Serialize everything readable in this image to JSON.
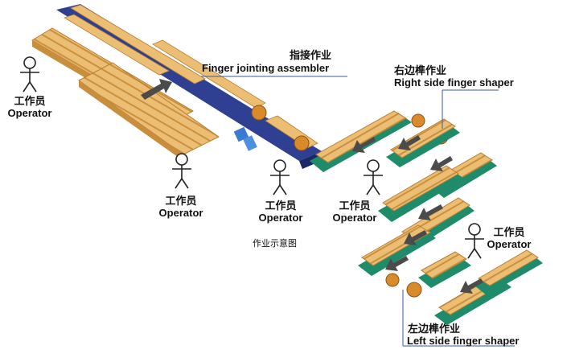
{
  "labels": {
    "finger_jointing_zh": "指接作业",
    "finger_jointing_en": "Finger jointing assembler",
    "right_shaper_zh": "右边榫作业",
    "right_shaper_en": "Right side finger shaper",
    "left_shaper_zh": "左边榫作业",
    "left_shaper_en": "Left side finger shaper",
    "caption": "作业示意图"
  },
  "operators": [
    {
      "zh": "工作员",
      "en": "Operator"
    },
    {
      "zh": "工作员",
      "en": "Operator"
    },
    {
      "zh": "工作员",
      "en": "Operator"
    },
    {
      "zh": "工作员",
      "en": "Operator"
    },
    {
      "zh": "工作员",
      "en": "Operator"
    }
  ],
  "colors": {
    "conveyor": "#2f3f92",
    "wood": "#e9b86c",
    "wood_shade": "#c98e3c",
    "table": "#1e8c6a",
    "arrow": "#4b4b4b",
    "motor": "#d98a2b"
  }
}
